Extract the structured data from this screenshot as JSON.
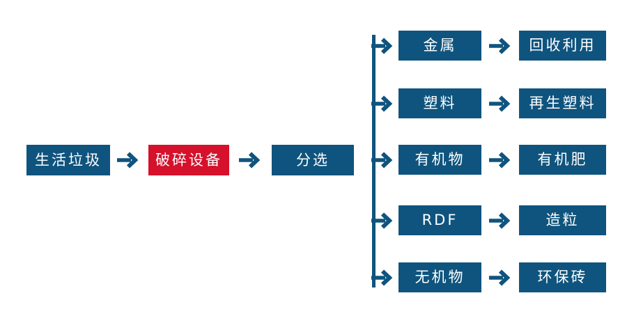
{
  "colors": {
    "node_blue": "#0F547E",
    "node_red": "#D5112C",
    "arrow_blue": "#0F547E",
    "text": "#FFFFFF",
    "background": "#FFFFFF"
  },
  "flow": {
    "main_chain": [
      {
        "label": "生活垃圾",
        "color": "#0F547E"
      },
      {
        "label": "破碎设备",
        "color": "#D5112C"
      },
      {
        "label": "分选",
        "color": "#0F547E"
      }
    ],
    "branches": [
      {
        "source": "金属",
        "result": "回收利用"
      },
      {
        "source": "塑料",
        "result": "再生塑料"
      },
      {
        "source": "有机物",
        "result": "有机肥"
      },
      {
        "source": "RDF",
        "result": "造粒"
      },
      {
        "source": "无机物",
        "result": "环保砖"
      }
    ]
  }
}
